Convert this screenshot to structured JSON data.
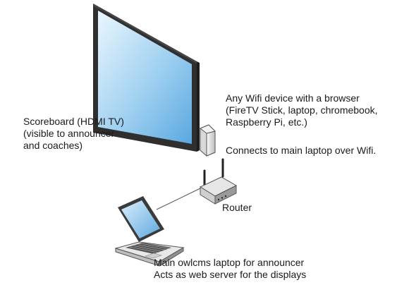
{
  "colors": {
    "screen_top": "#e8f5fc",
    "screen_bottom": "#6fb6e6",
    "frame": "#3a3a3a",
    "device_light": "#f0f0f0",
    "device_dark": "#8a8a8a",
    "text": "#1a1a1a"
  },
  "labels": {
    "scoreboard": [
      "Scoreboard (HDMI TV)",
      "(visible to announcer",
      "and coaches)"
    ],
    "wifi_device": [
      "Any Wifi device with a browser",
      "(FireTV Stick, laptop, chromebook,",
      "Raspberry Pi, etc.)"
    ],
    "wifi_connect": "Connects to main laptop over Wifi.",
    "router": "Router",
    "laptop": [
      "Main owlcms laptop for announcer",
      "Acts as web server for the displays"
    ]
  }
}
